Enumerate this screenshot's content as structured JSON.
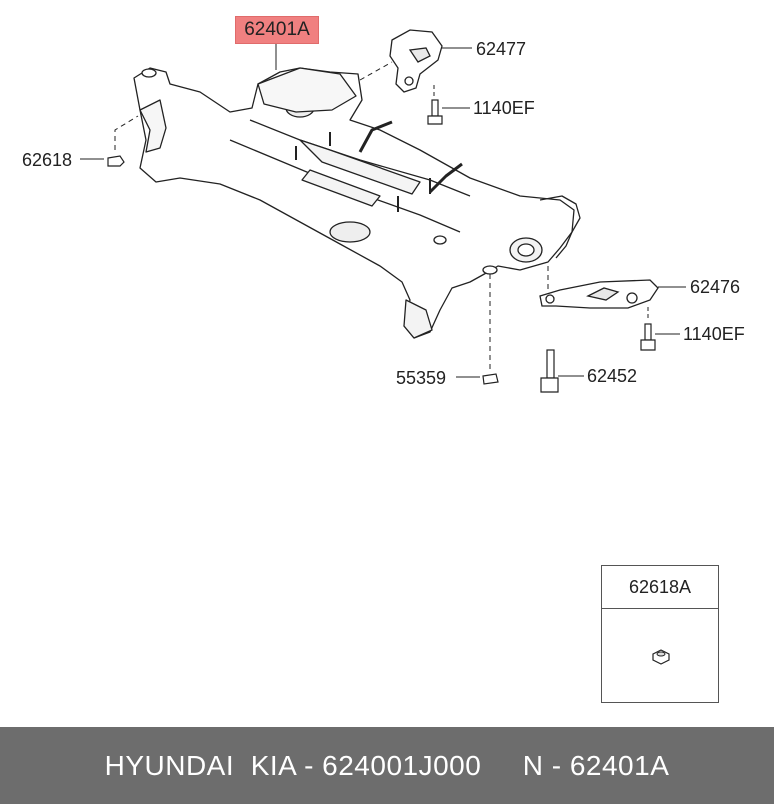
{
  "diagram": {
    "main_part": "62401A",
    "parts": {
      "bracket_upper": "62477",
      "bolt_upper": "1140EF",
      "nut_left": "62618",
      "bracket_lower": "62476",
      "bolt_lower": "1140EF",
      "nut_bottom": "55359",
      "long_bolt": "62452"
    },
    "inset_label": "62618A",
    "highlight_color": "#f08080"
  },
  "footer": {
    "brand": "HYUNDAI  KIA - 624001J000",
    "number": "N - 62401A",
    "background": "#6d6d6d"
  }
}
